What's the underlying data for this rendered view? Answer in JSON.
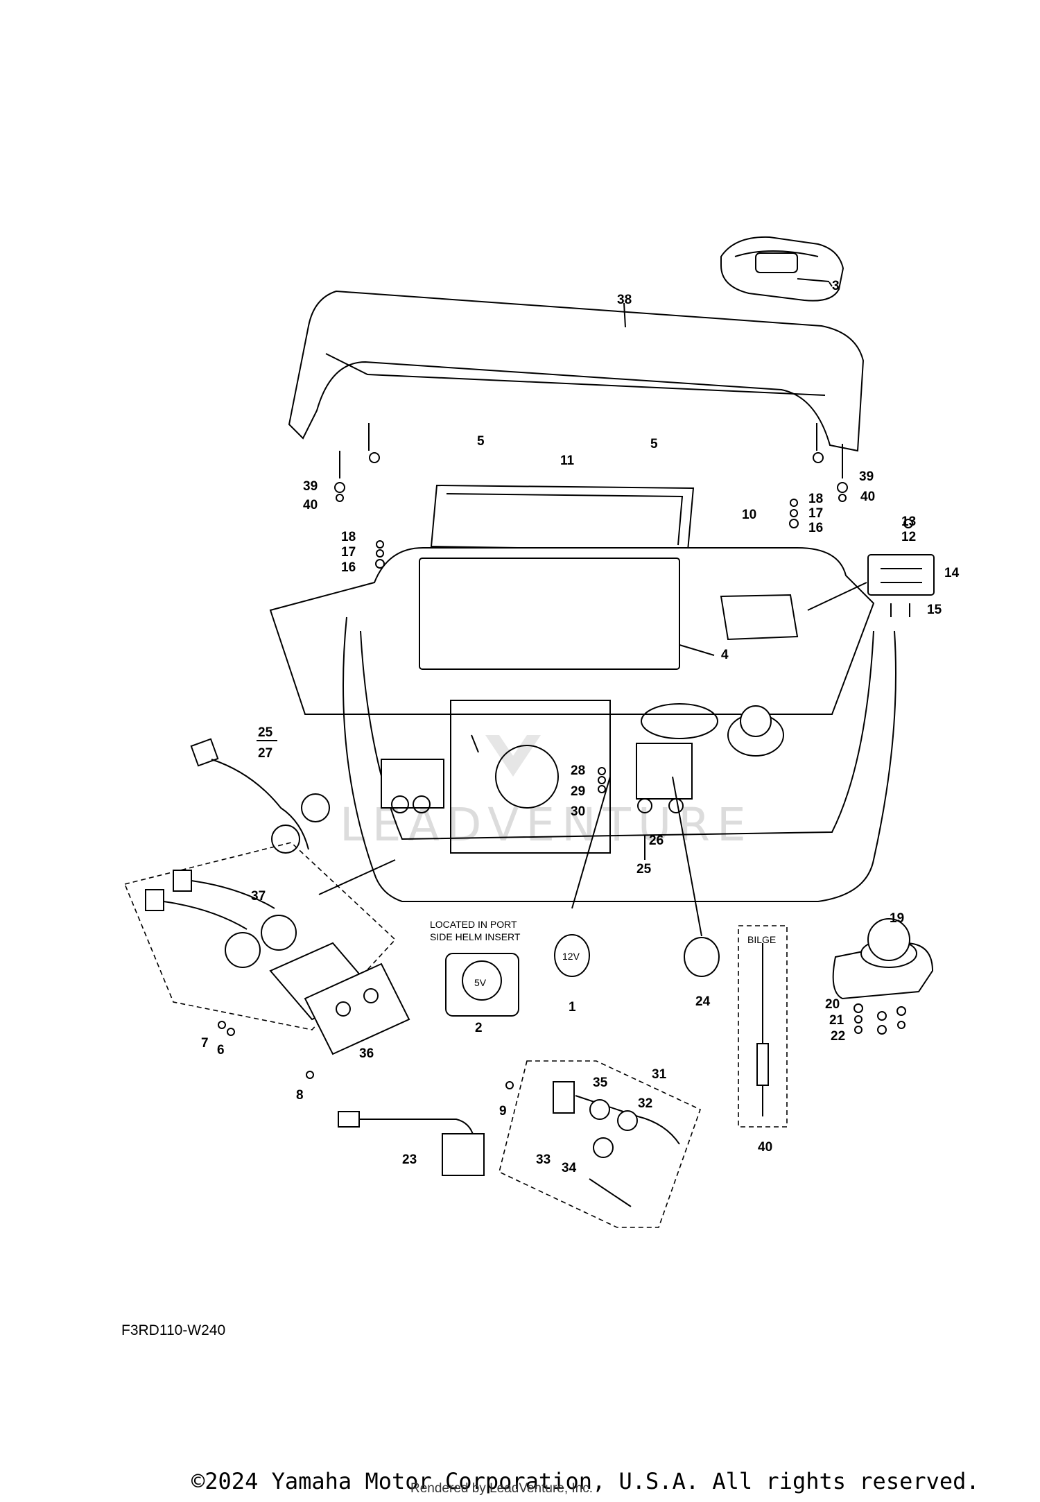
{
  "diagram": {
    "code": "F3RD110-W240",
    "note_line1": "LOCATED IN  PORT",
    "note_line2": "SIDE HELM INSERT",
    "bilge_label": "BILGE",
    "watermark": "LEADVENTURE",
    "socket_12v": "12V",
    "socket_5v": "5V",
    "callouts": {
      "c1": "1",
      "c2": "2",
      "c3": "3",
      "c4": "4",
      "c5a": "5",
      "c5b": "5",
      "c6": "6",
      "c7": "7",
      "c8": "8",
      "c9": "9",
      "c10": "10",
      "c11": "11",
      "c12": "12",
      "c13": "13",
      "c14": "14",
      "c15": "15",
      "c16a": "16",
      "c16b": "16",
      "c17a": "17",
      "c17b": "17",
      "c18a": "18",
      "c18b": "18",
      "c19": "19",
      "c20": "20",
      "c21": "21",
      "c22": "22",
      "c23": "23",
      "c24": "24",
      "c25a": "25",
      "c25b": "25",
      "c26": "26",
      "c27": "27",
      "c28": "28",
      "c29": "29",
      "c30": "30",
      "c31": "31",
      "c32": "32",
      "c33": "33",
      "c34": "34",
      "c35": "35",
      "c36": "36",
      "c37": "37",
      "c38": "38",
      "c39a": "39",
      "c39b": "39",
      "c40a": "40",
      "c40b": "40",
      "c40c": "40"
    }
  },
  "footer": {
    "copyright": "©2024 Yamaha Motor Corporation, U.S.A. All rights reserved.",
    "rendered_by": "Rendered by LeadVenture, Inc."
  }
}
